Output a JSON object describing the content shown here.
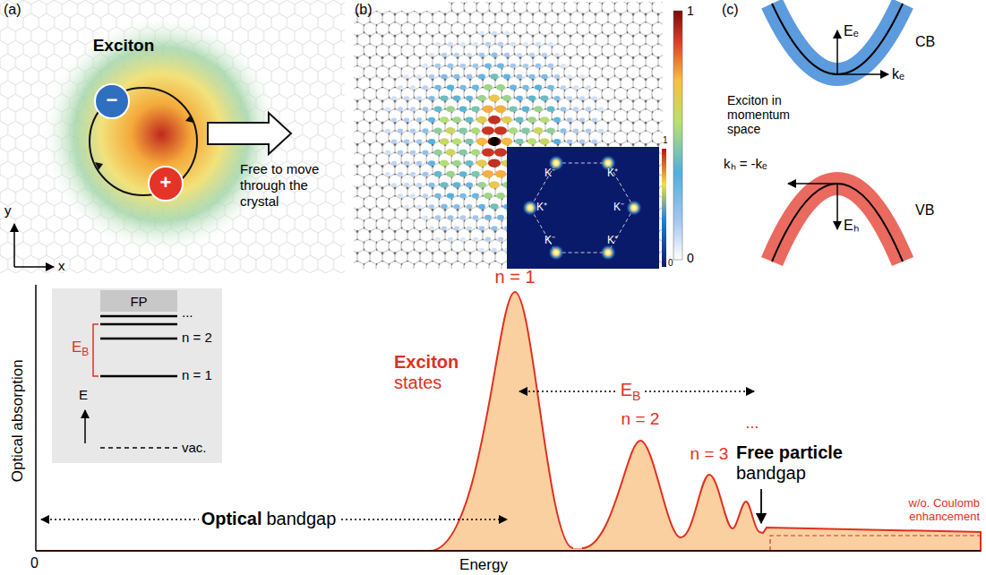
{
  "diagram": {
    "nodes": [
      {
        "text": [
          "FP"
        ]
      }
    ],
    "labels": [
      "(a)",
      "Exciton",
      "−",
      "+",
      "Free to move through the crystal",
      "y",
      "x",
      "(b)",
      "1",
      "0",
      "K⁻",
      "K⁺",
      "K⁺",
      "K⁻",
      "K⁻",
      "K⁺",
      "1",
      "0",
      "(c)",
      "Eₑ",
      "kₑ",
      "CB",
      "Exciton in momentum space",
      "kₕ = -kₑ",
      "VB",
      "Eₕ",
      "Optical absorption",
      "0",
      "Energy",
      "...",
      "n = 2",
      "n = 1",
      "E",
      "B",
      "E",
      "vac.",
      "n = 1",
      "Exciton",
      "states",
      "E",
      "B",
      "Free particle",
      "bandgap",
      "n = 2",
      "n = 3",
      "...",
      "w/o. Coulomb enhancement",
      "Optical",
      "bandgap"
    ]
  }
}
